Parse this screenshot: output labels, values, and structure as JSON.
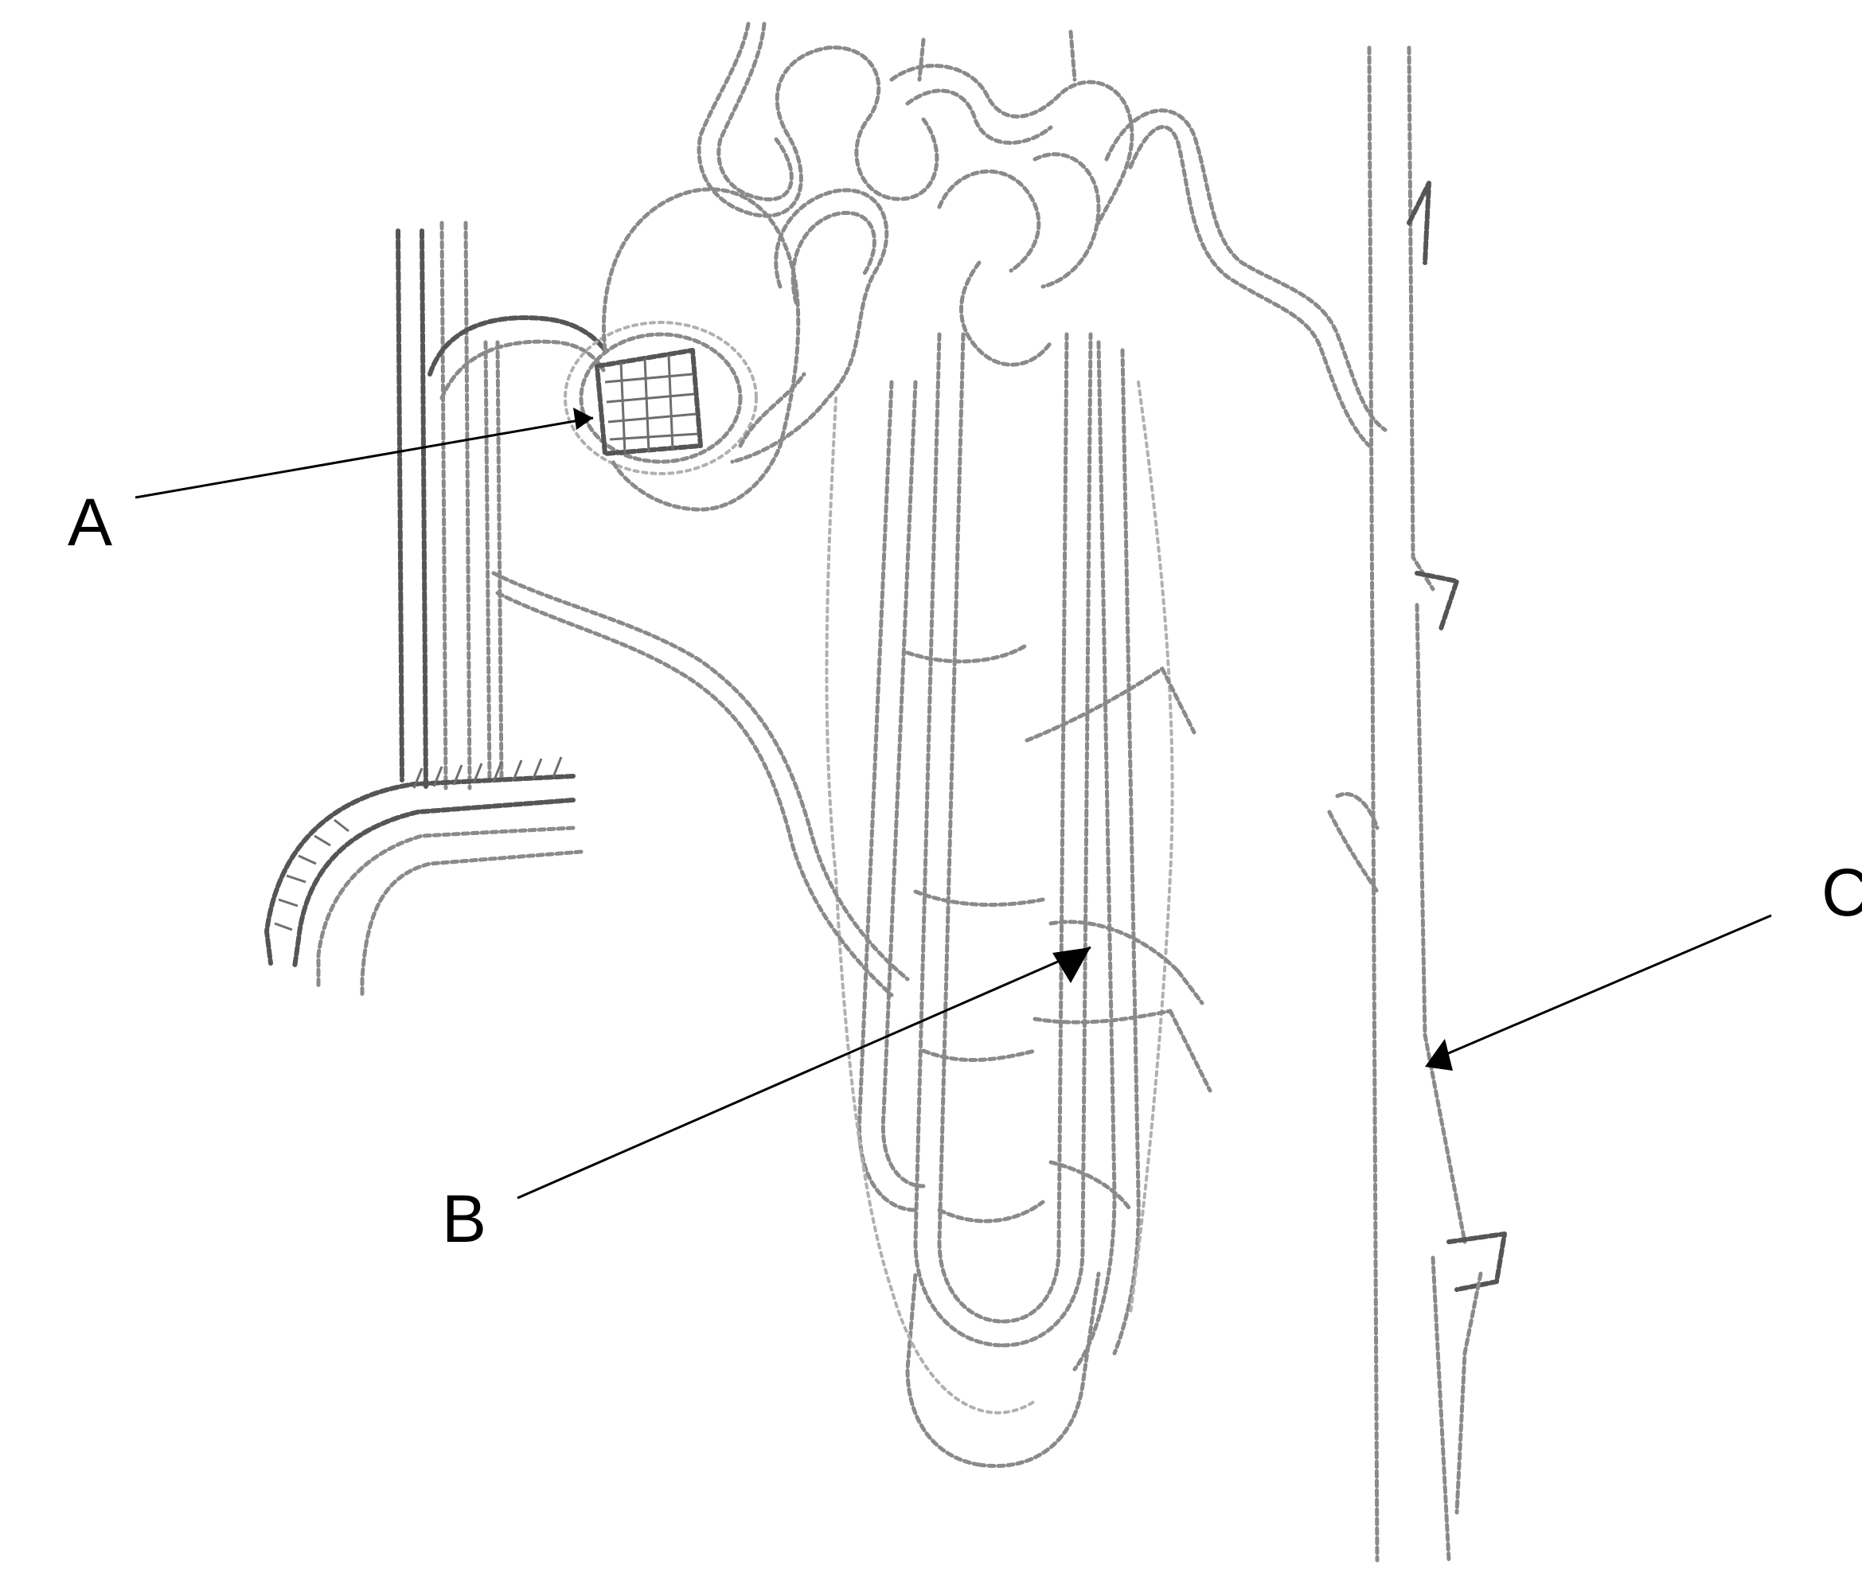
{
  "diagram": {
    "labels": {
      "a": "A",
      "b": "B",
      "c": "C"
    },
    "colors": {
      "ink": "#000000",
      "sketch": "#8a8a8a",
      "sketch_dark": "#555555",
      "background": "#ffffff"
    }
  }
}
